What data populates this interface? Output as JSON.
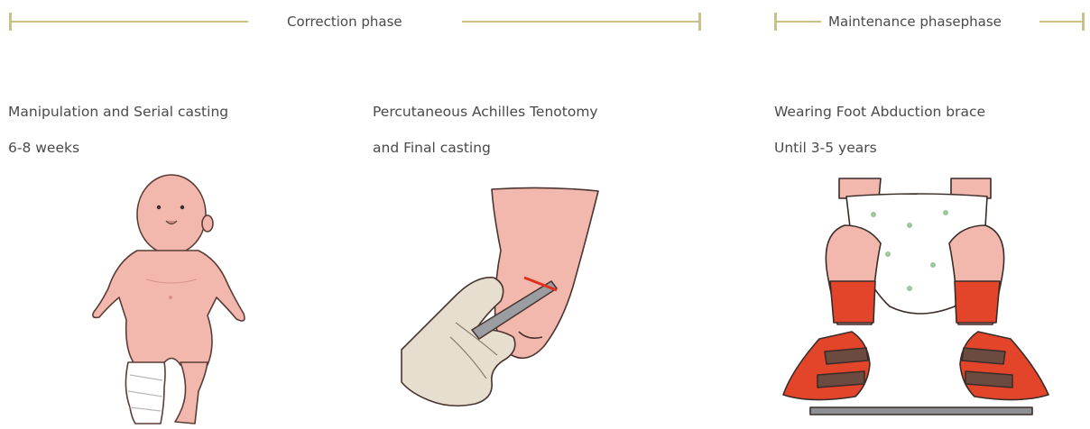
{
  "phases": {
    "correction": {
      "label": "Correction phase"
    },
    "maintenance": {
      "label": "Maintenance phasephase"
    }
  },
  "steps": [
    {
      "line1": "Manipulation and Serial casting",
      "line2": "6-8 weeks"
    },
    {
      "line1": "Percutaneous Achilles Tenotomy",
      "line2": "and Final casting"
    },
    {
      "line1": "Wearing Foot Abduction brace",
      "line2": "Until 3-5 years"
    }
  ],
  "colors": {
    "timeline": "#c9c188",
    "skin": "#f2b8ae",
    "skin_shadow": "#e59f96",
    "cast": "#ffffff",
    "glove": "#e6dfcf",
    "incision": "#e0301e",
    "brace_band": "#e2452a",
    "brace_strap": "#6b4a3f",
    "diaper_star": "#9cc79a"
  },
  "icons": [
    "baby-with-cast-illustration",
    "tenotomy-illustration",
    "foot-abduction-brace-illustration"
  ]
}
